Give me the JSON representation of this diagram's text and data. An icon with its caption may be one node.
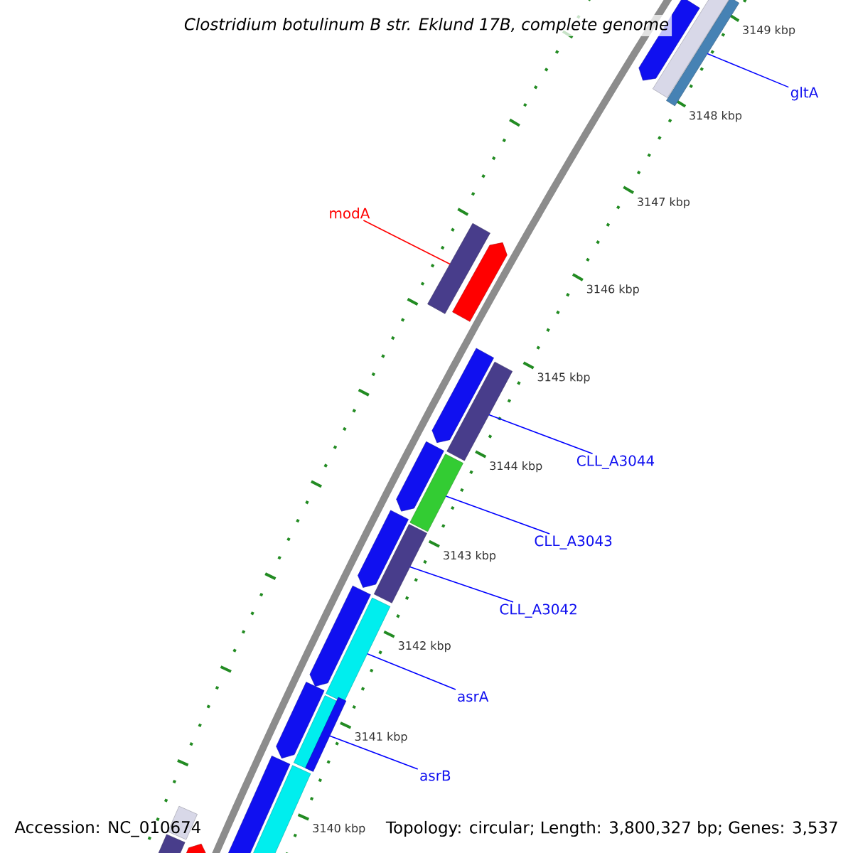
{
  "diagram": {
    "title": "Clostridium botulinum B str. Eklund 17B, complete genome",
    "nodes": [
      {
        "text": [
          "gltA"
        ]
      },
      {
        "text": [],
        "shape": "bar"
      },
      {
        "text": [
          "modA"
        ]
      },
      {
        "text": [],
        "shape": "bar"
      },
      {
        "text": [
          "CLL_A3044"
        ]
      },
      {
        "text": [],
        "shape": "bar"
      },
      {
        "text": [
          "CLL_A3043"
        ]
      },
      {
        "text": [],
        "shape": "bar"
      },
      {
        "text": [
          "CLL_A3042"
        ]
      },
      {
        "text": [],
        "shape": "bar"
      },
      {
        "text": [
          "asrA"
        ]
      },
      {
        "text": [],
        "shape": "bar"
      },
      {
        "text": [
          "asrB"
        ]
      },
      {
        "text": [],
        "shape": "bar"
      }
    ],
    "edges": [
      {
        "from": 0,
        "to": 1,
        "arrow": "none"
      },
      {
        "from": 2,
        "to": 3,
        "arrow": "none",
        "color": "#ff0000"
      },
      {
        "from": 4,
        "to": 5,
        "arrow": "none"
      },
      {
        "from": 6,
        "to": 7,
        "arrow": "none"
      },
      {
        "from": 8,
        "to": 9,
        "arrow": "none"
      },
      {
        "from": 10,
        "to": 11,
        "arrow": "none"
      },
      {
        "from": 12,
        "to": 13,
        "arrow": "none"
      }
    ],
    "labels": [
      "3149 kbp",
      "3148 kbp",
      "3147 kbp",
      "3146 kbp",
      "3145 kbp",
      "3144 kbp",
      "3143 kbp",
      "3142 kbp",
      "3141 kbp",
      "Accession: NC_010674",
      "3140 kbp",
      "Topology: circular; Length: 3,800,327 bp; Genes: 3,537"
    ]
  }
}
